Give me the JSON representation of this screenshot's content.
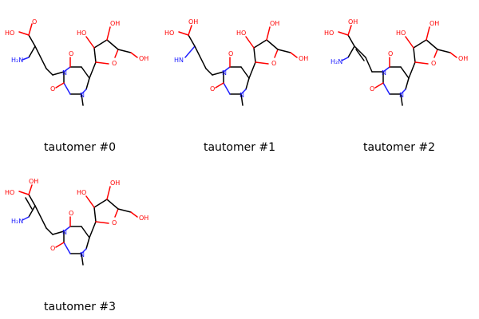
{
  "tautomers": [
    {
      "label": "tautomer #0"
    },
    {
      "label": "tautomer #1"
    },
    {
      "label": "tautomer #2"
    },
    {
      "label": "tautomer #3"
    }
  ],
  "atoms": {
    "oh": "OH",
    "ho": "HO",
    "h2n": "H₂N",
    "hn": "HN",
    "n": "N",
    "o": "O"
  },
  "colors": {
    "oxygen": "#ff0000",
    "nitrogen": "#2020ff",
    "carbon": "#000000"
  }
}
